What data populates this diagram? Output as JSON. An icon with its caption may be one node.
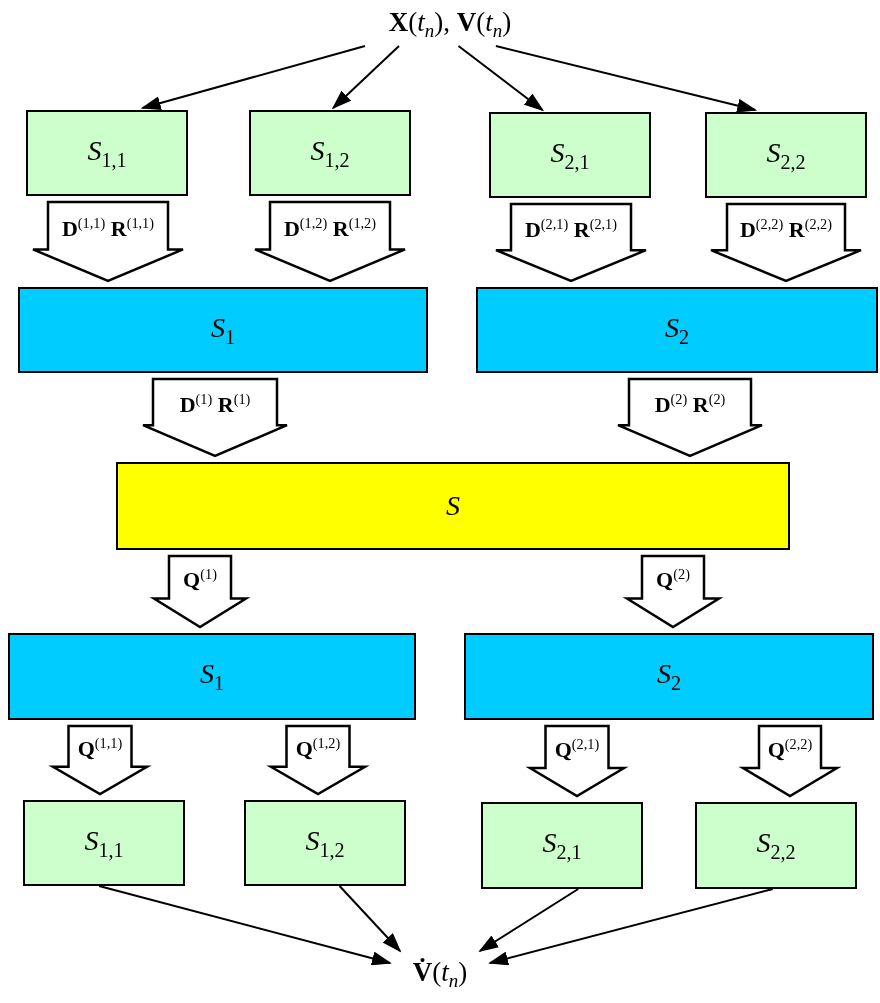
{
  "diagram": {
    "nodes": [
      {
        "text": [
          "**X**(*t*$_{n}$), **V**(*t*$_{n}$)"
        ]
      },
      {
        "text": [
          "S$_{1,1}$"
        ]
      },
      {
        "text": [
          "S$_{1,2}$"
        ]
      },
      {
        "text": [
          "S$_{2,1}$"
        ]
      },
      {
        "text": [
          "S$_{2,2}$"
        ]
      },
      {
        "text": [
          "S$_{1}$"
        ]
      },
      {
        "text": [
          "S$_{2}$"
        ]
      },
      {
        "text": [
          "S"
        ]
      },
      {
        "text": [
          "S$_{1}$"
        ]
      },
      {
        "text": [
          "S$_{2}$"
        ]
      },
      {
        "text": [
          "S$_{1,1}$"
        ]
      },
      {
        "text": [
          "S$_{1,2}$"
        ]
      },
      {
        "text": [
          "S$_{2,1}$"
        ]
      },
      {
        "text": [
          "S$_{2,2}$"
        ]
      },
      {
        "text": [
          "**V̇**(*t*$_{n}$)"
        ]
      }
    ],
    "edges": [
      {
        "from": 0,
        "to": 1,
        "arrow": "to"
      },
      {
        "from": 0,
        "to": 2,
        "arrow": "to"
      },
      {
        "from": 0,
        "to": 3,
        "arrow": "to"
      },
      {
        "from": 0,
        "to": 4,
        "arrow": "to"
      },
      {
        "from": 1,
        "to": 5,
        "arrow": "to",
        "style": "thick",
        "label": "**D**$^{(1,1)}$ **R**$^{(1,1)}$"
      },
      {
        "from": 2,
        "to": 5,
        "arrow": "to",
        "style": "thick",
        "label": "**D**$^{(1,2)}$ **R**$^{(1,2)}$"
      },
      {
        "from": 3,
        "to": 6,
        "arrow": "to",
        "style": "thick",
        "label": "**D**$^{(2,1)}$ **R**$^{(2,1)}$"
      },
      {
        "from": 4,
        "to": 6,
        "arrow": "to",
        "style": "thick",
        "label": "**D**$^{(2,2)}$ **R**$^{(2,2)}$"
      },
      {
        "from": 5,
        "to": 7,
        "arrow": "to",
        "style": "thick",
        "label": "**D**$^{(1)}$ **R**$^{(1)}$"
      },
      {
        "from": 6,
        "to": 7,
        "arrow": "to",
        "style": "thick",
        "label": "**D**$^{(2)}$ **R**$^{(2)}$"
      },
      {
        "from": 7,
        "to": 8,
        "arrow": "to",
        "style": "thick",
        "label": "**Q**$^{(1)}$"
      },
      {
        "from": 7,
        "to": 9,
        "arrow": "to",
        "style": "thick",
        "label": "**Q**$^{(2)}$"
      },
      {
        "from": 8,
        "to": 10,
        "arrow": "to",
        "style": "thick",
        "label": "**Q**$^{(1,1)}$"
      },
      {
        "from": 8,
        "to": 11,
        "arrow": "to",
        "style": "thick",
        "label": "**Q**$^{(1,2)}$"
      },
      {
        "from": 9,
        "to": 12,
        "arrow": "to",
        "style": "thick",
        "label": "**Q**$^{(2,1)}$"
      },
      {
        "from": 9,
        "to": 13,
        "arrow": "to",
        "style": "thick",
        "label": "**Q**$^{(2,2)}$"
      },
      {
        "from": 10,
        "to": 14,
        "arrow": "to"
      },
      {
        "from": 11,
        "to": 14,
        "arrow": "to"
      },
      {
        "from": 12,
        "to": 14,
        "arrow": "to"
      },
      {
        "from": 13,
        "to": 14,
        "arrow": "to"
      }
    ]
  }
}
